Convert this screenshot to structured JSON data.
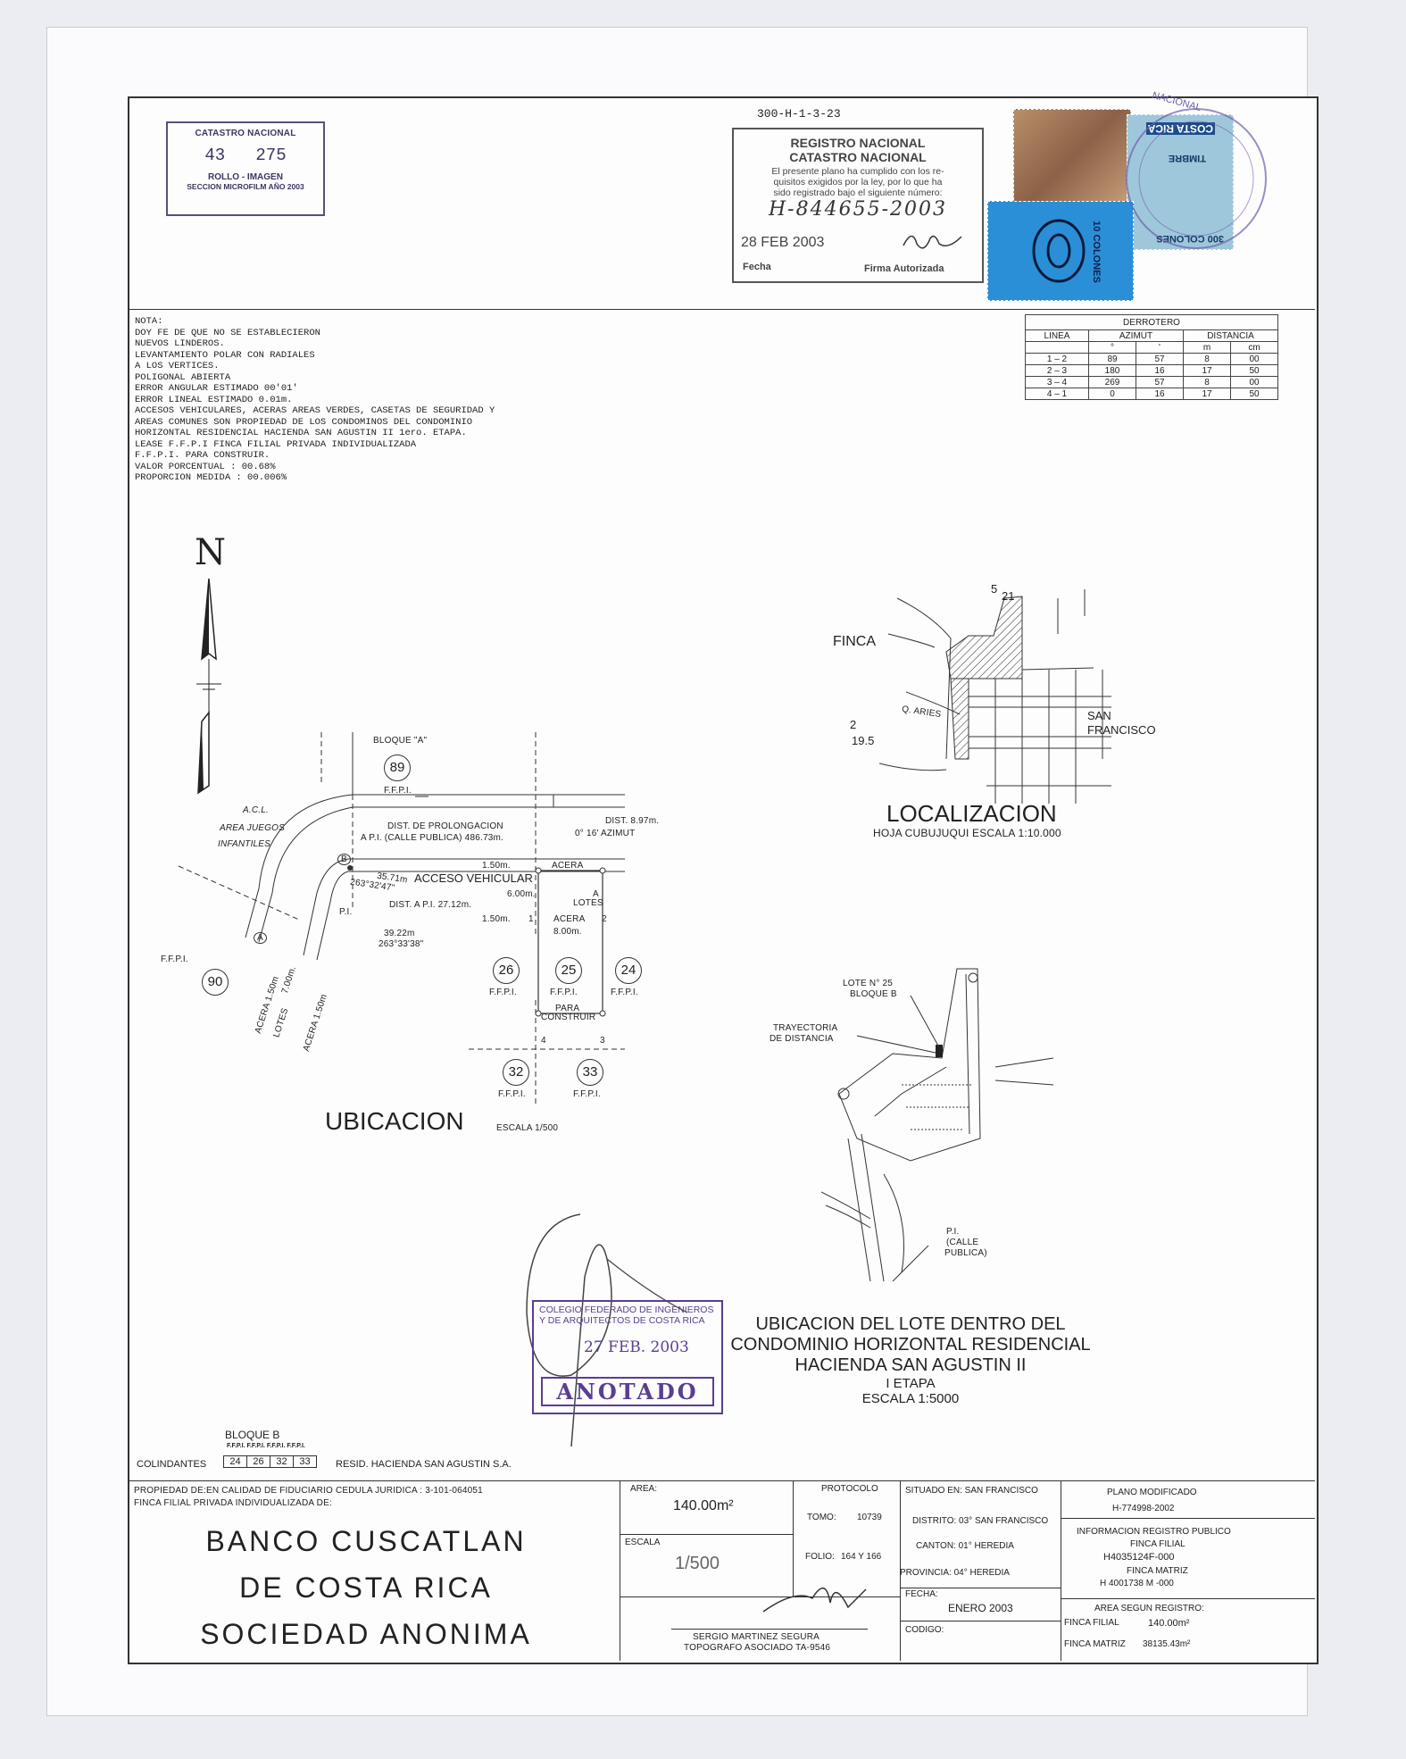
{
  "catastro_stamp": {
    "title": "CATASTRO NACIONAL",
    "n1": "43",
    "n2": "275",
    "l1": "ROLLO - IMAGEN",
    "l2": "SECCION MICROFILM AÑO 2003"
  },
  "registro": {
    "hand_top": "300-H-1-3-23",
    "t1": "REGISTRO NACIONAL",
    "t2": "CATASTRO NACIONAL",
    "body1": "El presente plano ha cumplido con los re-",
    "body2": "quisitos exigidos por la ley, por lo que ha",
    "body3": "sido registrado bajo el siguiente número:",
    "number": "H-844655-2003",
    "date": "28 FEB 2003",
    "fecha": "Fecha",
    "firma": "Firma Autorizada"
  },
  "timbres": {
    "t1": "300 COLONES",
    "t2": "TIMBRE",
    "t3": "COSTA RICA",
    "t4": "10 COLONES",
    "seal": "NACIONAL"
  },
  "nota": [
    "NOTA:",
    "DOY FE DE QUE NO SE ESTABLECIERON",
    "NUEVOS LINDEROS.",
    "LEVANTAMIENTO POLAR CON RADIALES",
    "A LOS VERTICES.",
    "POLIGONAL ABIERTA",
    "ERROR ANGULAR ESTIMADO 00'01'",
    "ERROR LINEAL ESTIMADO 0.01m.",
    "ACCESOS VEHICULARES, ACERAS AREAS VERDES, CASETAS DE SEGURIDAD Y",
    "AREAS COMUNES SON PROPIEDAD DE LOS CONDOMINOS DEL CONDOMINIO",
    "HORIZONTAL RESIDENCIAL HACIENDA SAN AGUSTIN II 1ero. ETAPA.",
    "LEASE F.F.P.I FINCA FILIAL PRIVADA INDIVIDUALIZADA",
    "F.F.P.I. PARA CONSTRUIR.",
    "VALOR PORCENTUAL : 00.68%",
    "PROPORCION MEDIDA : 00.006%"
  ],
  "derrotero": {
    "title": "DERROTERO",
    "h_linea": "LINEA",
    "h_azimut": "AZIMUT",
    "h_distancia": "DISTANCIA",
    "u_deg": "°",
    "u_min": "'",
    "u_m": "m",
    "u_cm": "cm",
    "rows": [
      {
        "linea": "1 – 2",
        "deg": "89",
        "min": "57",
        "m": "8",
        "cm": "00"
      },
      {
        "linea": "2 – 3",
        "deg": "180",
        "min": "16",
        "m": "17",
        "cm": "50"
      },
      {
        "linea": "3 – 4",
        "deg": "269",
        "min": "57",
        "m": "8",
        "cm": "00"
      },
      {
        "linea": "4 – 1",
        "deg": "0",
        "min": "16",
        "m": "17",
        "cm": "50"
      }
    ]
  },
  "north": "N",
  "ubicacion": {
    "title": "UBICACION",
    "scale": "ESCALA 1/500",
    "bloque_a": "BLOQUE \"A\"",
    "ffpi": "F.F.P.I.",
    "acl": "A.C.L.",
    "juegos1": "AREA JUEGOS",
    "juegos2": "INFANTILES",
    "prolong1": "DIST. DE PROLONGACION",
    "prolong2": "A P.I. (CALLE PUBLICA) 486.73m.",
    "dist897a": "DIST. 8.97m.",
    "dist897b": "0° 16' AZIMUT",
    "m150a": "1.50m.",
    "m150b": "1.50m.",
    "acera": "ACERA",
    "acceso": "ACCESO VEHICULAR",
    "m600": "6.00m.",
    "lotes": "LOTES",
    "arrow_a": "A",
    "d3571": "35.71m",
    "a3571": "263°32'47\"",
    "distpi": "DIST. A P.I. 27.12m.",
    "m800": "8.00m.",
    "d3922": "39.22m",
    "a3922": "263°33'38\"",
    "pi": "P.I.",
    "b": "B",
    "a": "A",
    "acera_v": "ACERA 1.50m",
    "m700": "7.00m.",
    "lotes_v": "LOTES",
    "acera_v2": "ACERA 1.50m",
    "para1": "PARA",
    "para2": "CONSTRUIR",
    "lots": [
      "89",
      "90",
      "26",
      "25",
      "24",
      "32",
      "33"
    ],
    "p1": "1",
    "p2": "2",
    "p3": "3",
    "p4": "4"
  },
  "localizacion": {
    "title": "LOCALIZACION",
    "sub": "HOJA CUBUJUQUI    ESCALA 1:10.000",
    "finca": "FINCA",
    "q_aries": "Q. ARIES",
    "san": "SAN",
    "francisco": "FRANCISCO",
    "n5": "5",
    "n21": "21",
    "n2": "2",
    "n195": "19.5"
  },
  "condo_map": {
    "lote1": "LOTE N° 25",
    "lote2": "BLOQUE B",
    "tray1": "TRAYECTORIA",
    "tray2": "DE DISTANCIA",
    "pi1": "P.I.",
    "pi2": "(CALLE",
    "pi3": "PUBLICA)"
  },
  "colegio": {
    "l1": "COLEGIO FEDERADO DE INGENIEROS",
    "l2": "Y DE ARQUITECTOS DE COSTA RICA",
    "date": "27 FEB. 2003",
    "anotado": "ANOTADO"
  },
  "condominio": {
    "l1": "UBICACION DEL LOTE DENTRO DEL",
    "l2": "CONDOMINIO HORIZONTAL  RESIDENCIAL",
    "l3": "HACIENDA SAN AGUSTIN II",
    "l4": "I ETAPA",
    "l5": "ESCALA 1:5000"
  },
  "colindantes": {
    "bloque": "BLOQUE B",
    "label": "COLINDANTES",
    "ffpi": "F.F.P.I.",
    "nums": [
      "24",
      "26",
      "32",
      "33"
    ],
    "resid": "RESID. HACIENDA SAN AGUSTIN S.A."
  },
  "titleblock": {
    "prop1": "PROPIEDAD DE:EN CALIDAD DE FIDUCIARIO    CEDULA JURIDICA : 3-101-064051",
    "prop2": "FINCA FILIAL PRIVADA INDIVIDUALIZADA DE:",
    "owner1": "BANCO CUSCATLAN",
    "owner2": "DE COSTA RICA",
    "owner3": "SOCIEDAD ANONIMA",
    "area_lbl": "AREA:",
    "area": "140.00m²",
    "escala_lbl": "ESCALA",
    "escala": "1/500",
    "protocolo": "PROTOCOLO",
    "tomo_lbl": "TOMO:",
    "tomo": "10739",
    "folio_lbl": "FOLIO:",
    "folio": "164 Y 166",
    "topografo1": "SERGIO MARTINEZ SEGURA",
    "topografo2": "TOPOGRAFO ASOCIADO  TA-9546",
    "situado": "SITUADO EN:  SAN FRANCISCO",
    "distrito": "DISTRITO:  03° SAN FRANCISCO",
    "canton": "CANTON:   01° HEREDIA",
    "provincia": "PROVINCIA: 04° HEREDIA",
    "fecha_lbl": "FECHA:",
    "fecha": "ENERO 2003",
    "codigo": "CODIGO:",
    "mod1": "PLANO MODIFICADO",
    "mod2": "H-774998-2002",
    "reg1": "INFORMACION REGISTRO PUBLICO",
    "reg2": "FINCA FILIAL",
    "reg3": "H4035124F-000",
    "reg4": "FINCA MATRIZ",
    "reg5": "H 4001738 M -000",
    "areareg": "AREA SEGUN REGISTRO:",
    "ff_lbl": "FINCA FILIAL",
    "ff": "140.00m²",
    "fm_lbl": "FINCA MATRIZ",
    "fm": "38135.43m²"
  },
  "colors": {
    "purple": "#5b3d93",
    "line": "#333333",
    "paper": "#fbfbfd",
    "blue_stamp": "#2a8fd6"
  }
}
